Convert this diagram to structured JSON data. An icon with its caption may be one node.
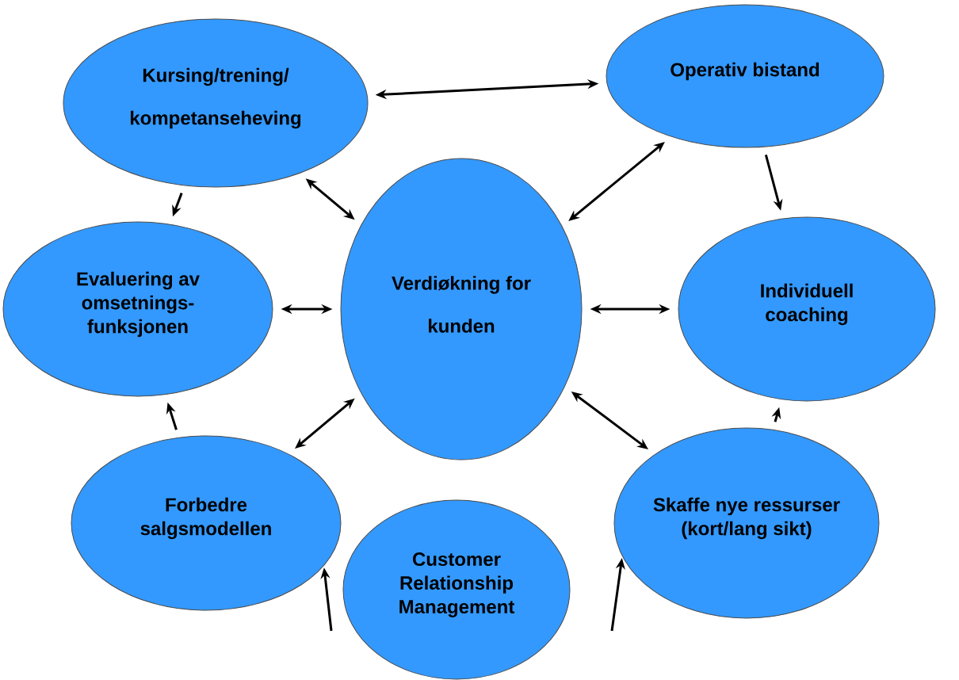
{
  "diagram": {
    "nodes": [
      {
        "text": [
          "Kursing/trening/ kompetanseheving"
        ]
      },
      {
        "text": [
          "Operativ bistand"
        ]
      },
      {
        "text": [
          "Evaluering av omsetnings- funksjonen"
        ]
      },
      {
        "text": [
          "Verdiøkning for kunden"
        ]
      },
      {
        "text": [
          "Individuell coaching"
        ]
      },
      {
        "text": [
          "Forbedre salgsmodellen"
        ]
      },
      {
        "text": [
          "Customer Relationship Management"
        ]
      },
      {
        "text": [
          "Skaffe nye ressurser (kort/lang sikt)"
        ]
      }
    ],
    "edges": [
      {
        "from": 0,
        "to": 1,
        "arrow": "both"
      },
      {
        "from": 0,
        "to": 3,
        "arrow": "both"
      },
      {
        "from": 1,
        "to": 3,
        "arrow": "both"
      },
      {
        "from": 0,
        "to": 2,
        "arrow": "to"
      },
      {
        "from": 1,
        "to": 4,
        "arrow": "to"
      },
      {
        "from": 2,
        "to": 3,
        "arrow": "both"
      },
      {
        "from": 3,
        "to": 4,
        "arrow": "both"
      },
      {
        "from": 3,
        "to": 5,
        "arrow": "both"
      },
      {
        "from": 3,
        "to": 7,
        "arrow": "both"
      },
      {
        "from": 5,
        "to": 2,
        "arrow": "to"
      },
      {
        "from": 7,
        "to": 4,
        "arrow": "to"
      },
      {
        "from": null,
        "to": 5,
        "arrow": "to"
      },
      {
        "from": null,
        "to": 7,
        "arrow": "to"
      }
    ]
  }
}
